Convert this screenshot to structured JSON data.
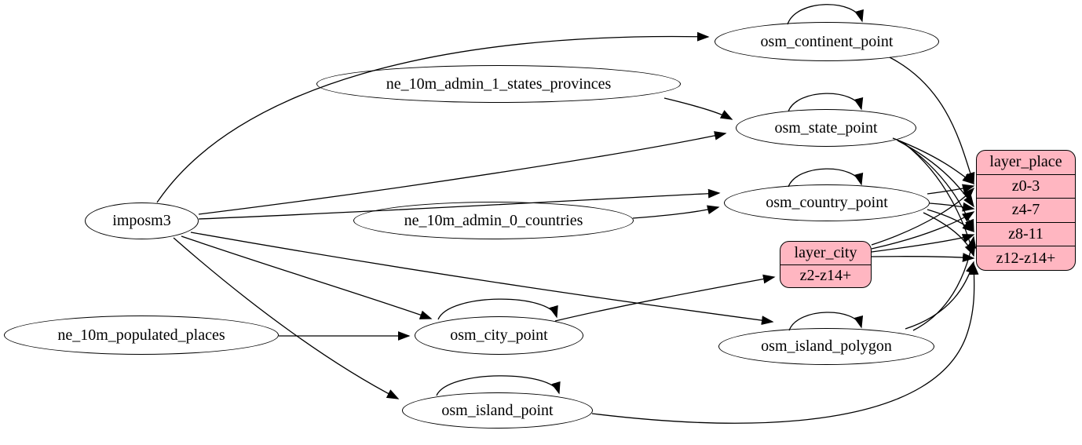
{
  "diagram": {
    "colors": {
      "background": "#ffffff",
      "node_fill": "#ffffff",
      "node_stroke": "#000000",
      "record_fill": "#ffb6c1",
      "edge": "#000000"
    },
    "nodes": {
      "imposm3": {
        "label": "imposm3"
      },
      "ne_10m_populated_places": {
        "label": "ne_10m_populated_places"
      },
      "ne_10m_admin_1_states_provinces": {
        "label": "ne_10m_admin_1_states_provinces"
      },
      "ne_10m_admin_0_countries": {
        "label": "ne_10m_admin_0_countries"
      },
      "osm_continent_point": {
        "label": "osm_continent_point"
      },
      "osm_state_point": {
        "label": "osm_state_point"
      },
      "osm_country_point": {
        "label": "osm_country_point"
      },
      "osm_city_point": {
        "label": "osm_city_point"
      },
      "osm_island_polygon": {
        "label": "osm_island_polygon"
      },
      "osm_island_point": {
        "label": "osm_island_point"
      }
    },
    "records": {
      "layer_place": {
        "title": "layer_place",
        "rows": [
          "z0-3",
          "z4-7",
          "z8-11",
          "z12-z14+"
        ]
      },
      "layer_city": {
        "title": "layer_city",
        "rows": [
          "z2-z14+"
        ]
      }
    },
    "edges": [
      {
        "from": "imposm3",
        "to": "osm_continent_point"
      },
      {
        "from": "imposm3",
        "to": "osm_state_point"
      },
      {
        "from": "imposm3",
        "to": "osm_country_point"
      },
      {
        "from": "imposm3",
        "to": "osm_city_point"
      },
      {
        "from": "imposm3",
        "to": "osm_island_polygon"
      },
      {
        "from": "imposm3",
        "to": "osm_island_point"
      },
      {
        "from": "ne_10m_admin_1_states_provinces",
        "to": "osm_state_point"
      },
      {
        "from": "ne_10m_admin_0_countries",
        "to": "osm_country_point"
      },
      {
        "from": "ne_10m_populated_places",
        "to": "osm_city_point"
      },
      {
        "from": "osm_continent_point",
        "to": "osm_continent_point"
      },
      {
        "from": "osm_state_point",
        "to": "osm_state_point"
      },
      {
        "from": "osm_country_point",
        "to": "osm_country_point"
      },
      {
        "from": "osm_city_point",
        "to": "osm_city_point"
      },
      {
        "from": "osm_island_polygon",
        "to": "osm_island_polygon"
      },
      {
        "from": "osm_island_point",
        "to": "osm_island_point"
      },
      {
        "from": "osm_continent_point",
        "to": "layer_place",
        "port": "z0-3"
      },
      {
        "from": "osm_state_point",
        "to": "layer_place",
        "port": "z0-3"
      },
      {
        "from": "osm_state_point",
        "to": "layer_place",
        "port": "z4-7"
      },
      {
        "from": "osm_state_point",
        "to": "layer_place",
        "port": "z8-11"
      },
      {
        "from": "osm_state_point",
        "to": "layer_place",
        "port": "z12-z14+"
      },
      {
        "from": "osm_country_point",
        "to": "layer_place",
        "port": "z0-3"
      },
      {
        "from": "osm_country_point",
        "to": "layer_place",
        "port": "z4-7"
      },
      {
        "from": "osm_country_point",
        "to": "layer_place",
        "port": "z8-11"
      },
      {
        "from": "osm_country_point",
        "to": "layer_place",
        "port": "z12-z14+"
      },
      {
        "from": "osm_city_point",
        "to": "layer_city",
        "port": "z2-z14+"
      },
      {
        "from": "layer_city",
        "to": "layer_place",
        "port": "z0-3"
      },
      {
        "from": "layer_city",
        "to": "layer_place",
        "port": "z4-7"
      },
      {
        "from": "layer_city",
        "to": "layer_place",
        "port": "z8-11"
      },
      {
        "from": "layer_city",
        "to": "layer_place",
        "port": "z12-z14+"
      },
      {
        "from": "osm_island_polygon",
        "to": "layer_place",
        "port": "z8-11"
      },
      {
        "from": "osm_island_polygon",
        "to": "layer_place",
        "port": "z12-z14+"
      },
      {
        "from": "osm_island_point",
        "to": "layer_place",
        "port": "z12-z14+"
      }
    ]
  }
}
